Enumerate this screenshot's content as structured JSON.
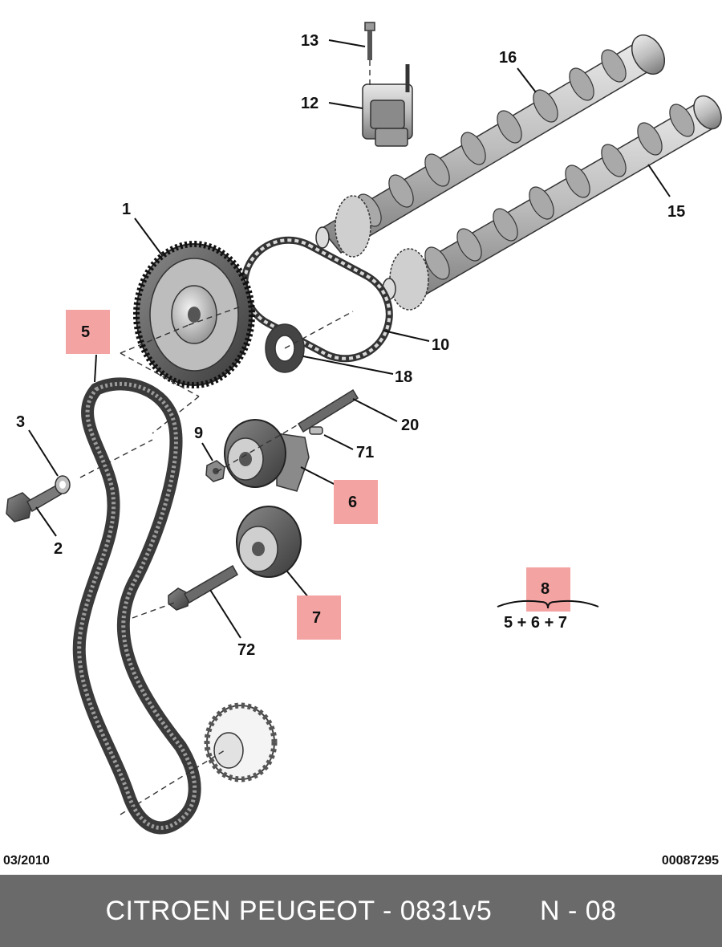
{
  "diagram": {
    "callouts": [
      {
        "id": "1",
        "label": "1"
      },
      {
        "id": "2",
        "label": "2"
      },
      {
        "id": "3",
        "label": "3"
      },
      {
        "id": "5",
        "label": "5",
        "highlighted": true
      },
      {
        "id": "6",
        "label": "6",
        "highlighted": true
      },
      {
        "id": "7",
        "label": "7",
        "highlighted": true
      },
      {
        "id": "8",
        "label": "8",
        "highlighted": true
      },
      {
        "id": "9",
        "label": "9"
      },
      {
        "id": "10",
        "label": "10"
      },
      {
        "id": "12",
        "label": "12"
      },
      {
        "id": "13",
        "label": "13"
      },
      {
        "id": "15",
        "label": "15"
      },
      {
        "id": "16",
        "label": "16"
      },
      {
        "id": "18",
        "label": "18"
      },
      {
        "id": "20",
        "label": "20"
      },
      {
        "id": "71",
        "label": "71"
      },
      {
        "id": "72",
        "label": "72"
      }
    ],
    "kit_formula": "5 + 6 + 7",
    "highlight_color": "#f4a3a3"
  },
  "meta": {
    "date": "03/2010",
    "code": "00087295"
  },
  "footer": {
    "title": "CITROEN PEUGEOT - 0831v5      N - 08",
    "background": "#6a6a6a"
  }
}
